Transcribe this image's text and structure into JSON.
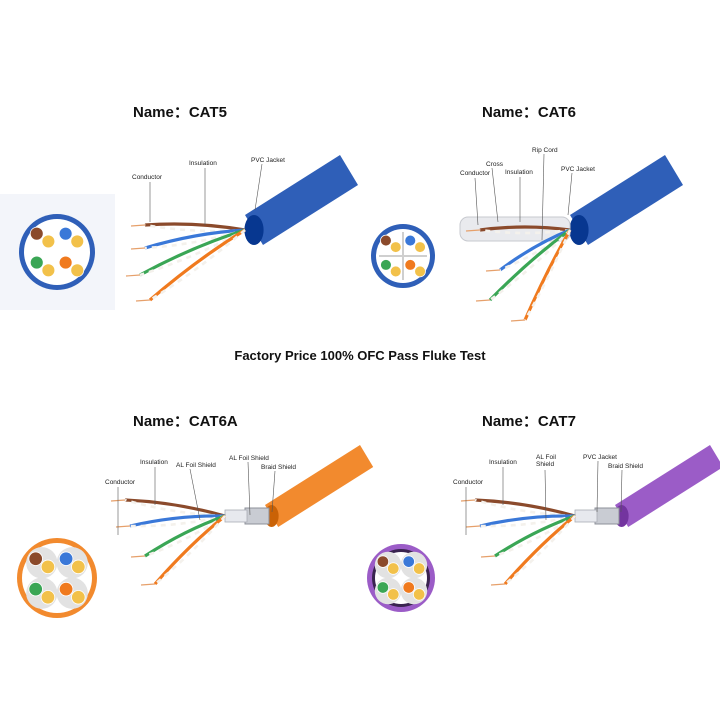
{
  "headline": "Factory Price 100% OFC Pass Fluke Test",
  "panels": [
    {
      "title": "Name：CAT5",
      "jacket_color": "#2f5fb8",
      "labels": [
        "Conductor",
        "Insulation",
        "PVC Jacket"
      ]
    },
    {
      "title": "Name：CAT6",
      "jacket_color": "#2f5fb8",
      "labels": [
        "Conductor",
        "Cross",
        "Insulation",
        "Rip Cord",
        "PVC Jacket"
      ]
    },
    {
      "title": "Name：CAT6A",
      "jacket_color": "#f28a2e",
      "labels": [
        "Conductor",
        "Insulation",
        "AL Foil Shield",
        "AL Foil Shield",
        "Braid Shield"
      ]
    },
    {
      "title": "Name：CAT7",
      "jacket_color": "#9b5cc7",
      "labels": [
        "Conductor",
        "Insulation",
        "AL Foil\nShield",
        "PVC Jacket",
        "Braid Shield"
      ]
    }
  ],
  "pair_colors": [
    "#8b4a2b",
    "#3a78d8",
    "#3aa655",
    "#f07a1e"
  ]
}
